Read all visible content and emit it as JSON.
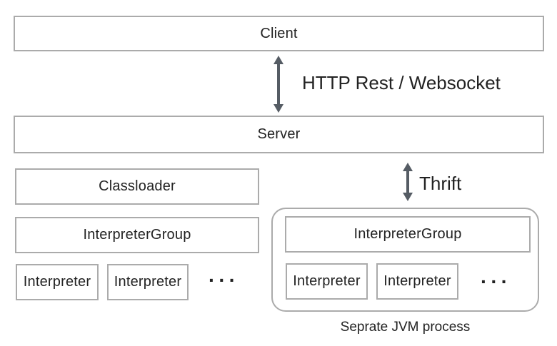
{
  "nodes": {
    "client": "Client",
    "server": "Server",
    "classloader": "Classloader",
    "interpreter_group": "InterpreterGroup",
    "interpreter": "Interpreter"
  },
  "labels": {
    "http": "HTTP Rest / Websocket",
    "thrift": "Thrift",
    "jvm_caption": "Seprate JVM process",
    "ellipsis": "···"
  },
  "colors": {
    "border": "#ababab",
    "text": "#222222",
    "arrow": "#555c64",
    "background": "#ffffff"
  }
}
